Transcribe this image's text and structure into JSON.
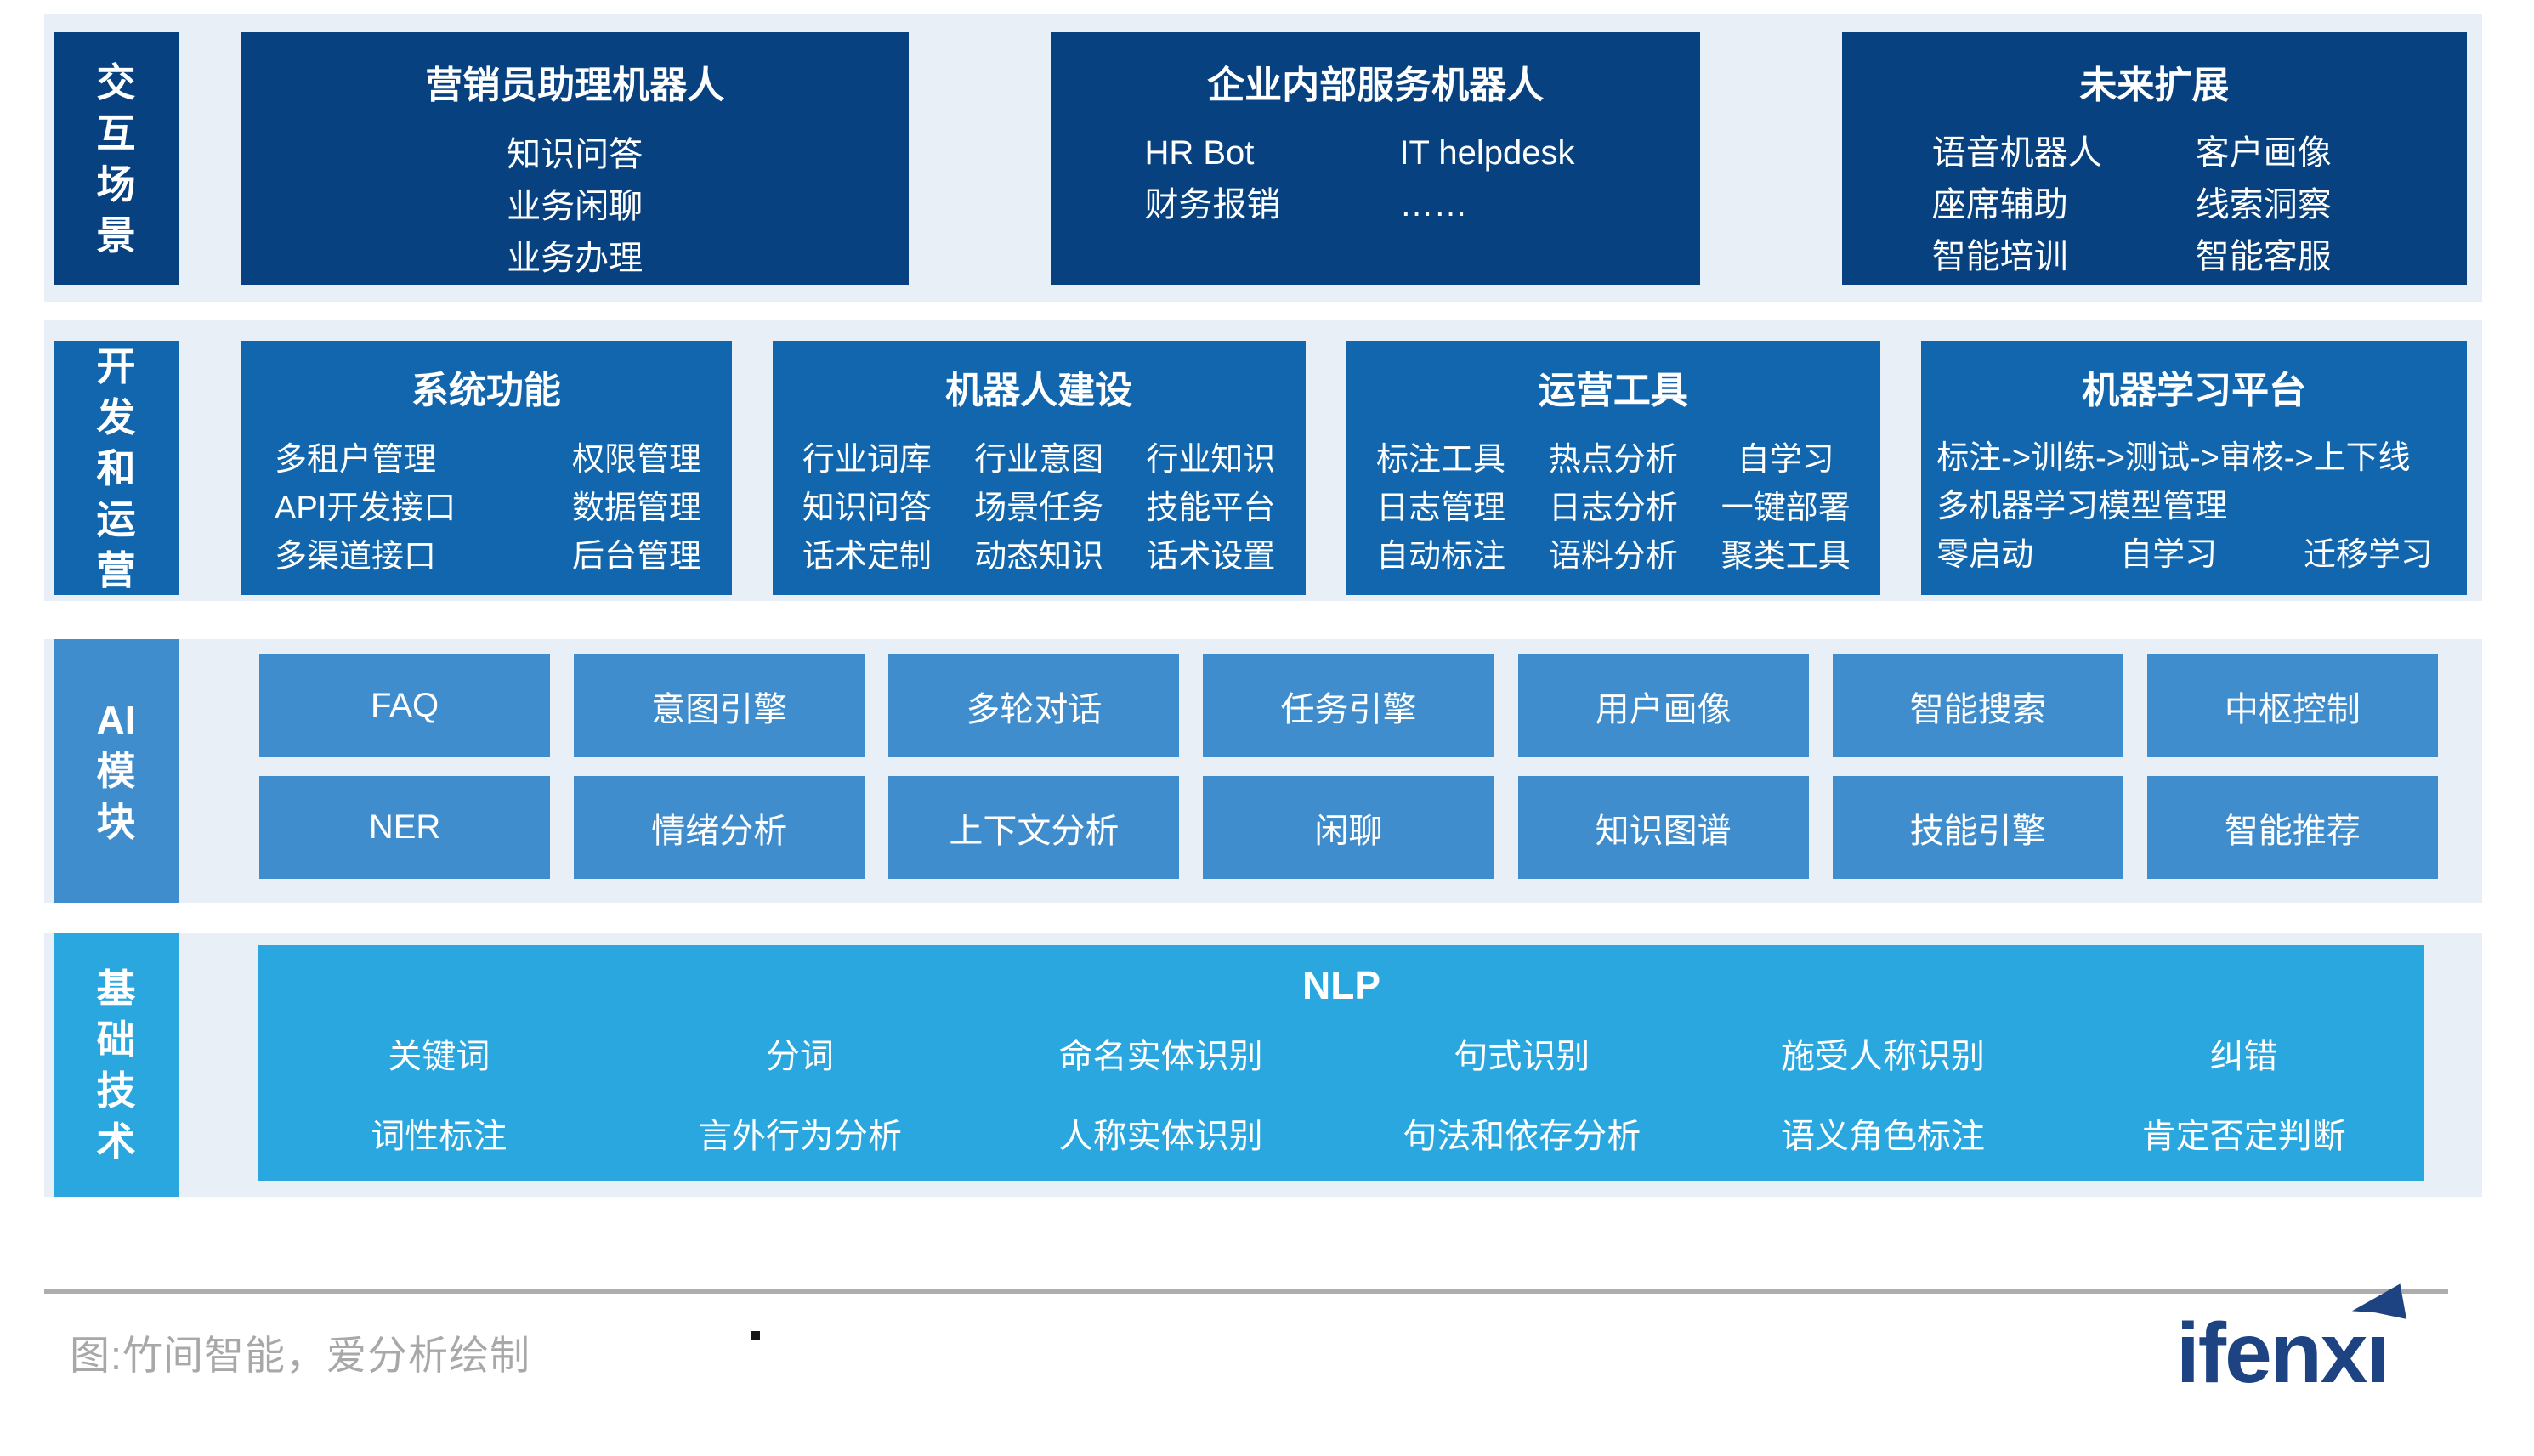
{
  "colors": {
    "row1": "#07417f",
    "row2": "#1266ad",
    "row3": "#3f8dcd",
    "row4": "#2ba7e0",
    "band": "#e9eff7",
    "logo": "#1d4383"
  },
  "rows": [
    {
      "id": "interaction-scenarios",
      "label": "交互场景",
      "label_lines": [
        "交",
        "互",
        "场",
        "景"
      ],
      "boxes": [
        {
          "title": "营销员助理机器人",
          "type": "lines",
          "lines": [
            "知识问答",
            "业务闲聊",
            "业务办理"
          ]
        },
        {
          "title": "企业内部服务机器人",
          "type": "grid-ent",
          "rows": [
            [
              "HR Bot",
              "IT helpdesk"
            ],
            [
              "财务报销",
              "……"
            ]
          ]
        },
        {
          "title": "未来扩展",
          "type": "grid-fut",
          "rows": [
            [
              "语音机器人",
              "客户画像"
            ],
            [
              "座席辅助",
              "线索洞察"
            ],
            [
              "智能培训",
              "智能客服"
            ]
          ]
        }
      ]
    },
    {
      "id": "dev-and-ops",
      "label": "开发和运营",
      "label_lines": [
        "开",
        "发",
        "和",
        "运",
        "营"
      ],
      "boxes": [
        {
          "title": "系统功能",
          "type": "grid-sys",
          "rows": [
            [
              "多租户管理",
              "权限管理"
            ],
            [
              "API开发接口",
              "数据管理"
            ],
            [
              "多渠道接口",
              "后台管理"
            ]
          ]
        },
        {
          "title": "机器人建设",
          "type": "grid-3",
          "rows": [
            [
              "行业词库",
              "行业意图",
              "行业知识"
            ],
            [
              "知识问答",
              "场景任务",
              "技能平台"
            ],
            [
              "话术定制",
              "动态知识",
              "话术设置"
            ]
          ]
        },
        {
          "title": "运营工具",
          "type": "grid-3",
          "rows": [
            [
              "标注工具",
              "热点分析",
              "自学习"
            ],
            [
              "日志管理",
              "日志分析",
              "一键部署"
            ],
            [
              "自动标注",
              "语料分析",
              "聚类工具"
            ]
          ]
        },
        {
          "title": "机器学习平台",
          "type": "mlp",
          "lines": [
            "标注->训练->测试->审核->上下线",
            "多机器学习模型管理"
          ],
          "bottom": [
            "零启动",
            "自学习",
            "迁移学习"
          ]
        }
      ]
    },
    {
      "id": "ai-modules",
      "label": "AI模块",
      "label_lines": [
        "AI",
        "模",
        "块"
      ],
      "modules": [
        [
          "FAQ",
          "意图引擎",
          "多轮对话",
          "任务引擎",
          "用户画像",
          "智能搜索",
          "中枢控制"
        ],
        [
          "NER",
          "情绪分析",
          "上下文分析",
          "闲聊",
          "知识图谱",
          "技能引擎",
          "智能推荐"
        ]
      ]
    },
    {
      "id": "basic-tech",
      "label": "基础技术",
      "label_lines": [
        "基",
        "础",
        "技",
        "术"
      ],
      "nlp": {
        "title": "NLP",
        "rows": [
          [
            "关键词",
            "分词",
            "命名实体识别",
            "句式识别",
            "施受人称识别",
            "纠错"
          ],
          [
            "词性标注",
            "言外行为分析",
            "人称实体识别",
            "句法和依存分析",
            "语义角色标注",
            "肯定否定判断"
          ]
        ]
      }
    }
  ],
  "footer": {
    "caption": "图:竹间智能，爱分析绘制",
    "logo_text": "ifenxi"
  }
}
